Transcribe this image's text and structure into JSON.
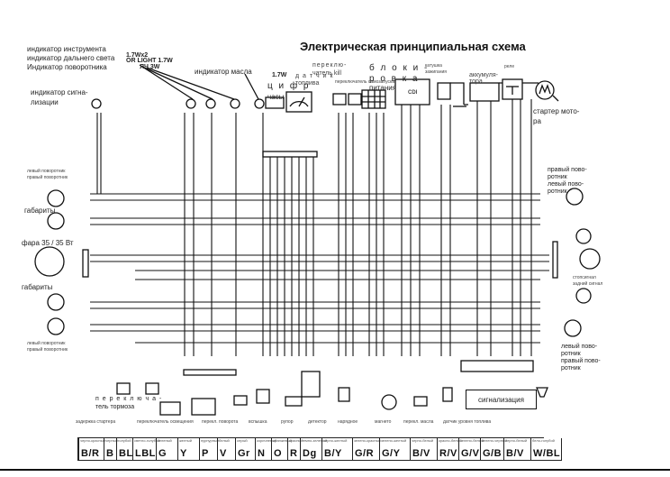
{
  "title": "Электрическая принципиальная схема",
  "labels": {
    "instrument_indicator": "индикатор инструмента",
    "high_beam_indicator": "индикатор дальнего света",
    "turn_indicator": "Индикатор поворотника",
    "bulb_spec_1": "1.7Wx2",
    "bulb_spec_2": "OR LIGHT 1.7W",
    "bulb_spec_3": "ЯЧ  3W",
    "signal_indicator_1": "индикатор сигна-",
    "signal_indicator_2": "лизации",
    "oil_indicator": "индикатор масла",
    "power_17w": "1.7W",
    "digital_1": "ц и ф р",
    "digital_2": "часы",
    "fuel_sensor_1": "д а т ч и к",
    "fuel_sensor_2": "топлива",
    "kill_switch_1": "переклю-",
    "kill_switch_2": "чатель kill",
    "self_start_switch": "переключатель самозапуска",
    "power_lock_1": "б л о к и -",
    "power_lock_2": "р о в к а",
    "power_lock_3": "питания",
    "cdi": "CDI",
    "ignition_coil_1": "катушка",
    "ignition_coil_2": "зажигания",
    "battery_1": "аккумуля-",
    "battery_2": "тора",
    "relay": "реле",
    "starter_1": "стартер мото-",
    "starter_2": "ра",
    "left_turn_small_1": "левый поворотник",
    "left_turn_small_2": "правый поворотник",
    "parking_lights_top": "габариты",
    "headlight": "фара 35 / 35 Вт",
    "parking_lights_bottom": "габариты",
    "left_turn_small_3": "левый поворотник",
    "left_turn_small_4": "правый поворотник",
    "right_front_1": "правый пово-",
    "right_front_2": "ротник",
    "right_front_3": "левый пово-",
    "right_front_4": "ротник",
    "stop_signal_1": "стопсигнал",
    "stop_signal_2": "задний сигнал",
    "left_rear_1": "левый пово-",
    "left_rear_2": "ротник",
    "left_rear_3": "правый пово-",
    "left_rear_4": "ротник",
    "brake_switch_1": "п е р е к л ю ч а -",
    "brake_switch_2": "тель  тормоза",
    "alarm": "сигнализация"
  },
  "bottom_components": [
    "задержка стартера",
    "переключатель освещения",
    "перекл. поворота",
    "вспышка",
    "рупор",
    "детектор",
    "нарядное",
    "магнето",
    "перекл. масла",
    "датчик уровня топлива"
  ],
  "color_legend": [
    {
      "name": "черно-красный",
      "code": "B/R"
    },
    {
      "name": "черный",
      "code": "B"
    },
    {
      "name": "голубой",
      "code": "BL"
    },
    {
      "name": "светло-голубой",
      "code": "LBL"
    },
    {
      "name": "зеленый",
      "code": "G"
    },
    {
      "name": "желтый",
      "code": "Y"
    },
    {
      "name": "пурпурный",
      "code": "P"
    },
    {
      "name": "белый",
      "code": "V"
    },
    {
      "name": "серый",
      "code": "Gr"
    },
    {
      "name": "коричневый",
      "code": "N"
    },
    {
      "name": "оранжевый",
      "code": "O"
    },
    {
      "name": "красный",
      "code": "R"
    },
    {
      "name": "темно-зеленый",
      "code": "Dg"
    },
    {
      "name": "черно-желтый",
      "code": "B/Y"
    },
    {
      "name": "зелено-красный",
      "code": "G/R"
    },
    {
      "name": "зелено-желтый",
      "code": "G/Y"
    },
    {
      "name": "черно-белый",
      "code": "B/V"
    },
    {
      "name": "красно-белый",
      "code": "R/V"
    },
    {
      "name": "зелено-белый",
      "code": "G/V"
    },
    {
      "name": "зелено-черный",
      "code": "G/B"
    },
    {
      "name": "черно-белый",
      "code": "B/V"
    },
    {
      "name": "бело-голубой",
      "code": "W/BL"
    }
  ]
}
